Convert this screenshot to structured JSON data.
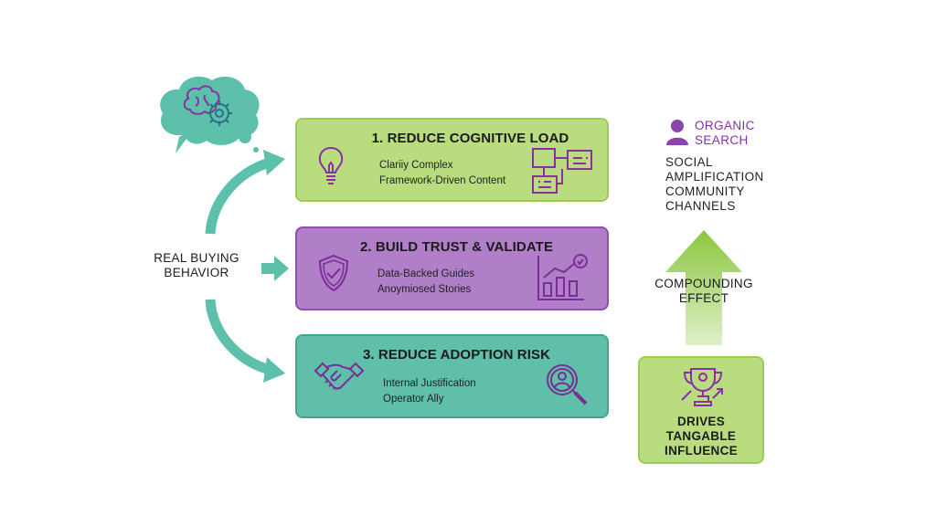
{
  "source_label": {
    "line1": "REAL BUYING",
    "line2": "BEHAVIOR"
  },
  "steps": [
    {
      "title": "1. REDUCE COGNITIVE LOAD",
      "lines": [
        "Clariiy Complex",
        "Framework-Driven Content"
      ],
      "left_icon": "lightbulb-icon",
      "right_icon": "flowchart-icon"
    },
    {
      "title": "2. BUILD TRUST & VALIDATE",
      "lines": [
        "Data-Backed Guides",
        "Anoymiosed Stories"
      ],
      "left_icon": "shield-check-icon",
      "right_icon": "growth-chart-icon"
    },
    {
      "title": "3. REDUCE ADOPTION RISK",
      "lines": [
        "Internal Justification",
        "Operator Ally"
      ],
      "left_icon": "handshake-icon",
      "right_icon": "user-search-icon"
    }
  ],
  "channels": {
    "primary": {
      "line1": "ORGANIC",
      "line2": "SEARCH",
      "icon": "user-icon"
    },
    "others": [
      "SOCIAL",
      "AMPLIFICATION",
      "COMMUNITY",
      "CHANNELS"
    ]
  },
  "effect_arrow": {
    "line1": "COMPOUNDING",
    "line2": "EFFECT"
  },
  "outcome": {
    "lines": [
      "DRIVES",
      "TANGABLE",
      "INFLUENCE"
    ],
    "icon": "trophy-icon"
  },
  "colors": {
    "green": "#b9dc7e",
    "purple": "#b07fc8",
    "teal": "#5fbfa8",
    "accent_purple": "#8a2fa6",
    "arrow_teal": "#5cc0ab"
  }
}
